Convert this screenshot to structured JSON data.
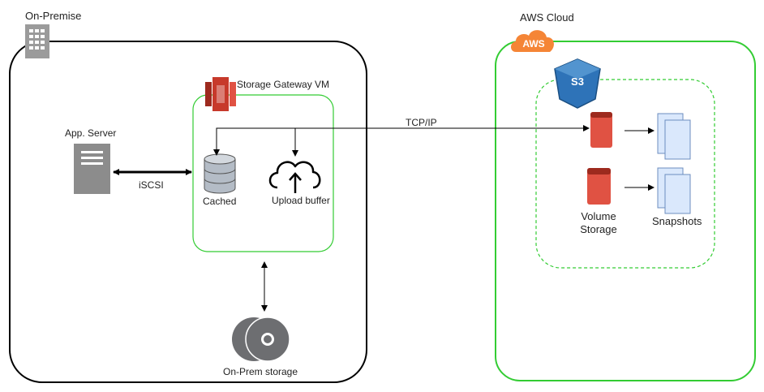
{
  "on_premise": {
    "title": "On-Premise",
    "app_server_label": "App. Server",
    "iscsi_label": "iSCSI",
    "gateway_title": "Storage Gateway VM",
    "cached_label": "Cached",
    "upload_buffer_label": "Upload buffer",
    "onprem_storage_label": "On-Prem storage"
  },
  "aws_cloud": {
    "title": "AWS Cloud",
    "aws_badge": "AWS",
    "s3_badge": "S3",
    "volume_storage_line1": "Volume",
    "volume_storage_line2": "Storage",
    "snapshots_label": "Snapshots"
  },
  "connection": {
    "protocol_label": "TCP/IP"
  },
  "colors": {
    "onprem_border": "#000000",
    "cloud_border": "#33cc33",
    "aws_orange": "#f58536",
    "volume_red": "#e05243",
    "s3_blue": "#2e73b8",
    "gateway_red": "#c7392b",
    "snapshot_fill": "#dae8fc",
    "disk_gray": "#6d6e71"
  }
}
